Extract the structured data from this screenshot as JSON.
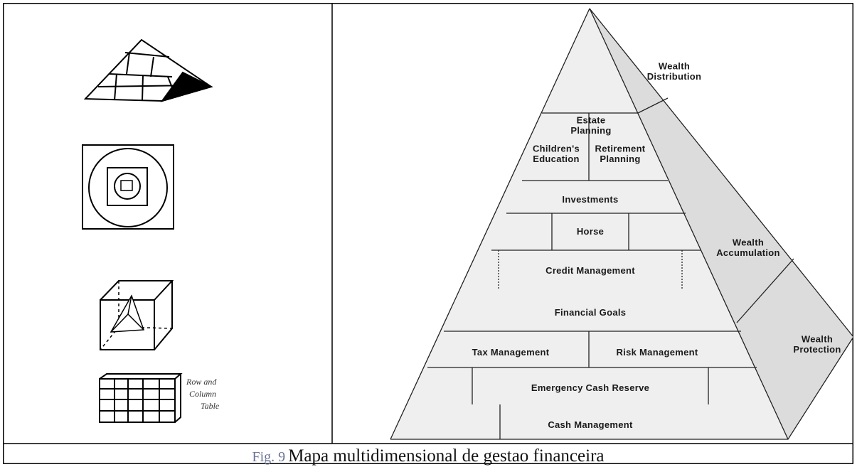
{
  "caption": {
    "label": "Fig. 9",
    "text": "Mapa multidimensional de gestao financeira"
  },
  "left_panel": {
    "table_note": [
      "Row and",
      "Column",
      "Table"
    ]
  },
  "pyramid": {
    "levels": [
      "Estate Planning",
      "Children's Education",
      "Retirement Planning",
      "Investments",
      "Horse",
      "Credit Management",
      "Financial Goals",
      "Tax Management",
      "Risk Management",
      "Emergency Cash Reserve",
      "Cash Management"
    ],
    "sides": [
      "Wealth Distribution",
      "Wealth Accumulation",
      "Wealth Protection"
    ]
  }
}
